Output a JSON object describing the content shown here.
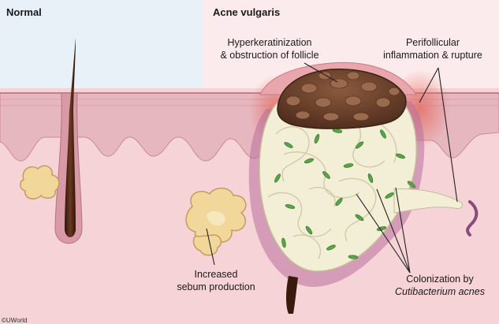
{
  "headers": {
    "normal": "Normal",
    "acne": "Acne vulgaris"
  },
  "labels": {
    "hyperkeratinization": [
      "Hyperkeratinization",
      "& obstruction of follicle"
    ],
    "perifollicular": [
      "Perifollicular",
      "inflammation & rupture"
    ],
    "sebum": [
      "Increased",
      "sebum production"
    ],
    "colonization": [
      "Colonization by",
      "Cutibacterium acnes"
    ]
  },
  "credit": "©UWorld",
  "colors": {
    "sky_left": "#e8f1f8",
    "sky_right": "#fcebec",
    "epidermis": "#e7b7bf",
    "dermis": "#f5d3d7",
    "sebum": "#f1d89a",
    "keratin_plug": "#6f4430",
    "bacteria": "#58a447",
    "inflammation": "#e98576",
    "hair": "#4a2414",
    "sebum_mass": "#f3eed6"
  }
}
